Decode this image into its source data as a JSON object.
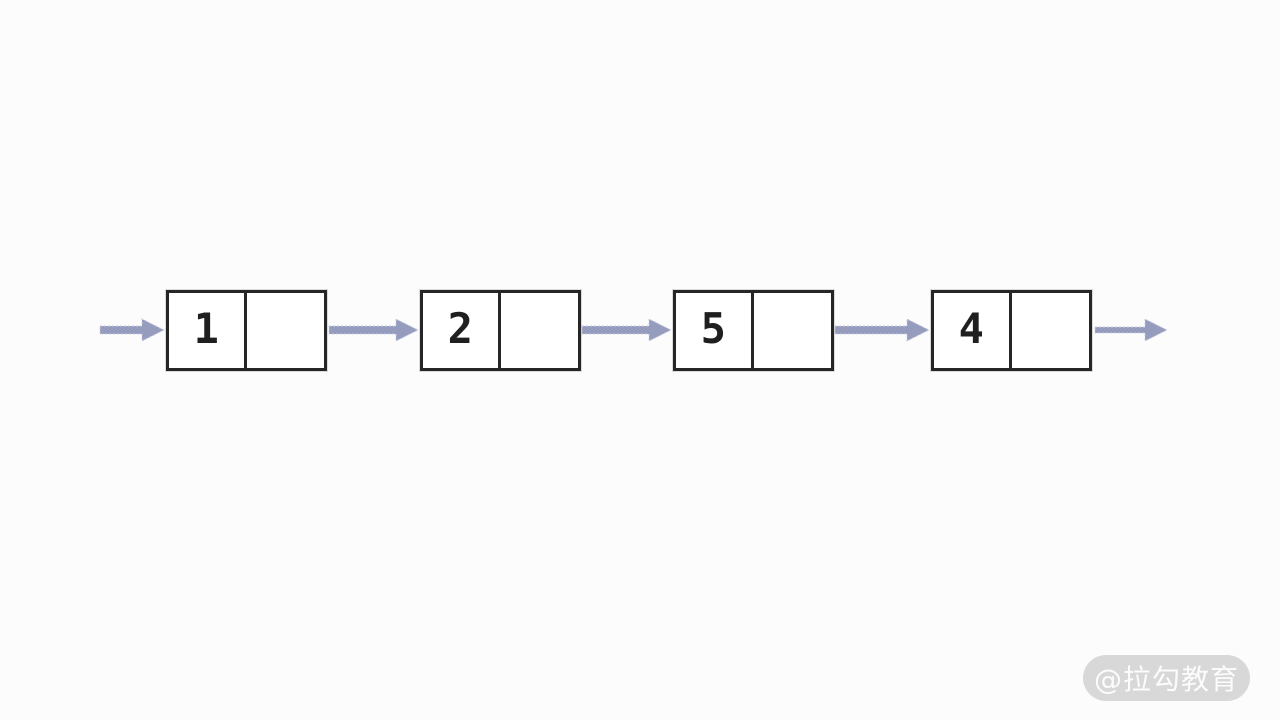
{
  "diagram": {
    "kind": "singly-linked-list",
    "nodes": [
      {
        "value": "1"
      },
      {
        "value": "2"
      },
      {
        "value": "5"
      },
      {
        "value": "4"
      }
    ],
    "arrows": [
      {
        "name": "head-arrow",
        "from": "head",
        "to": "node-1"
      },
      {
        "name": "arrow-1-to-2",
        "from": "node-1",
        "to": "node-2"
      },
      {
        "name": "arrow-2-to-3",
        "from": "node-2",
        "to": "node-3"
      },
      {
        "name": "arrow-3-to-4",
        "from": "node-3",
        "to": "node-4"
      },
      {
        "name": "tail-arrow",
        "from": "node-4",
        "to": "null"
      }
    ]
  },
  "watermark": {
    "text": "@拉勾教育"
  },
  "colors": {
    "background": "#fcfcfc",
    "box_border": "#262626",
    "arrow_fill": "#959CBE",
    "arrow_edge": "#c9cde0",
    "watermark_bg": "#d8d8d8",
    "watermark_text": "#ffffff"
  }
}
